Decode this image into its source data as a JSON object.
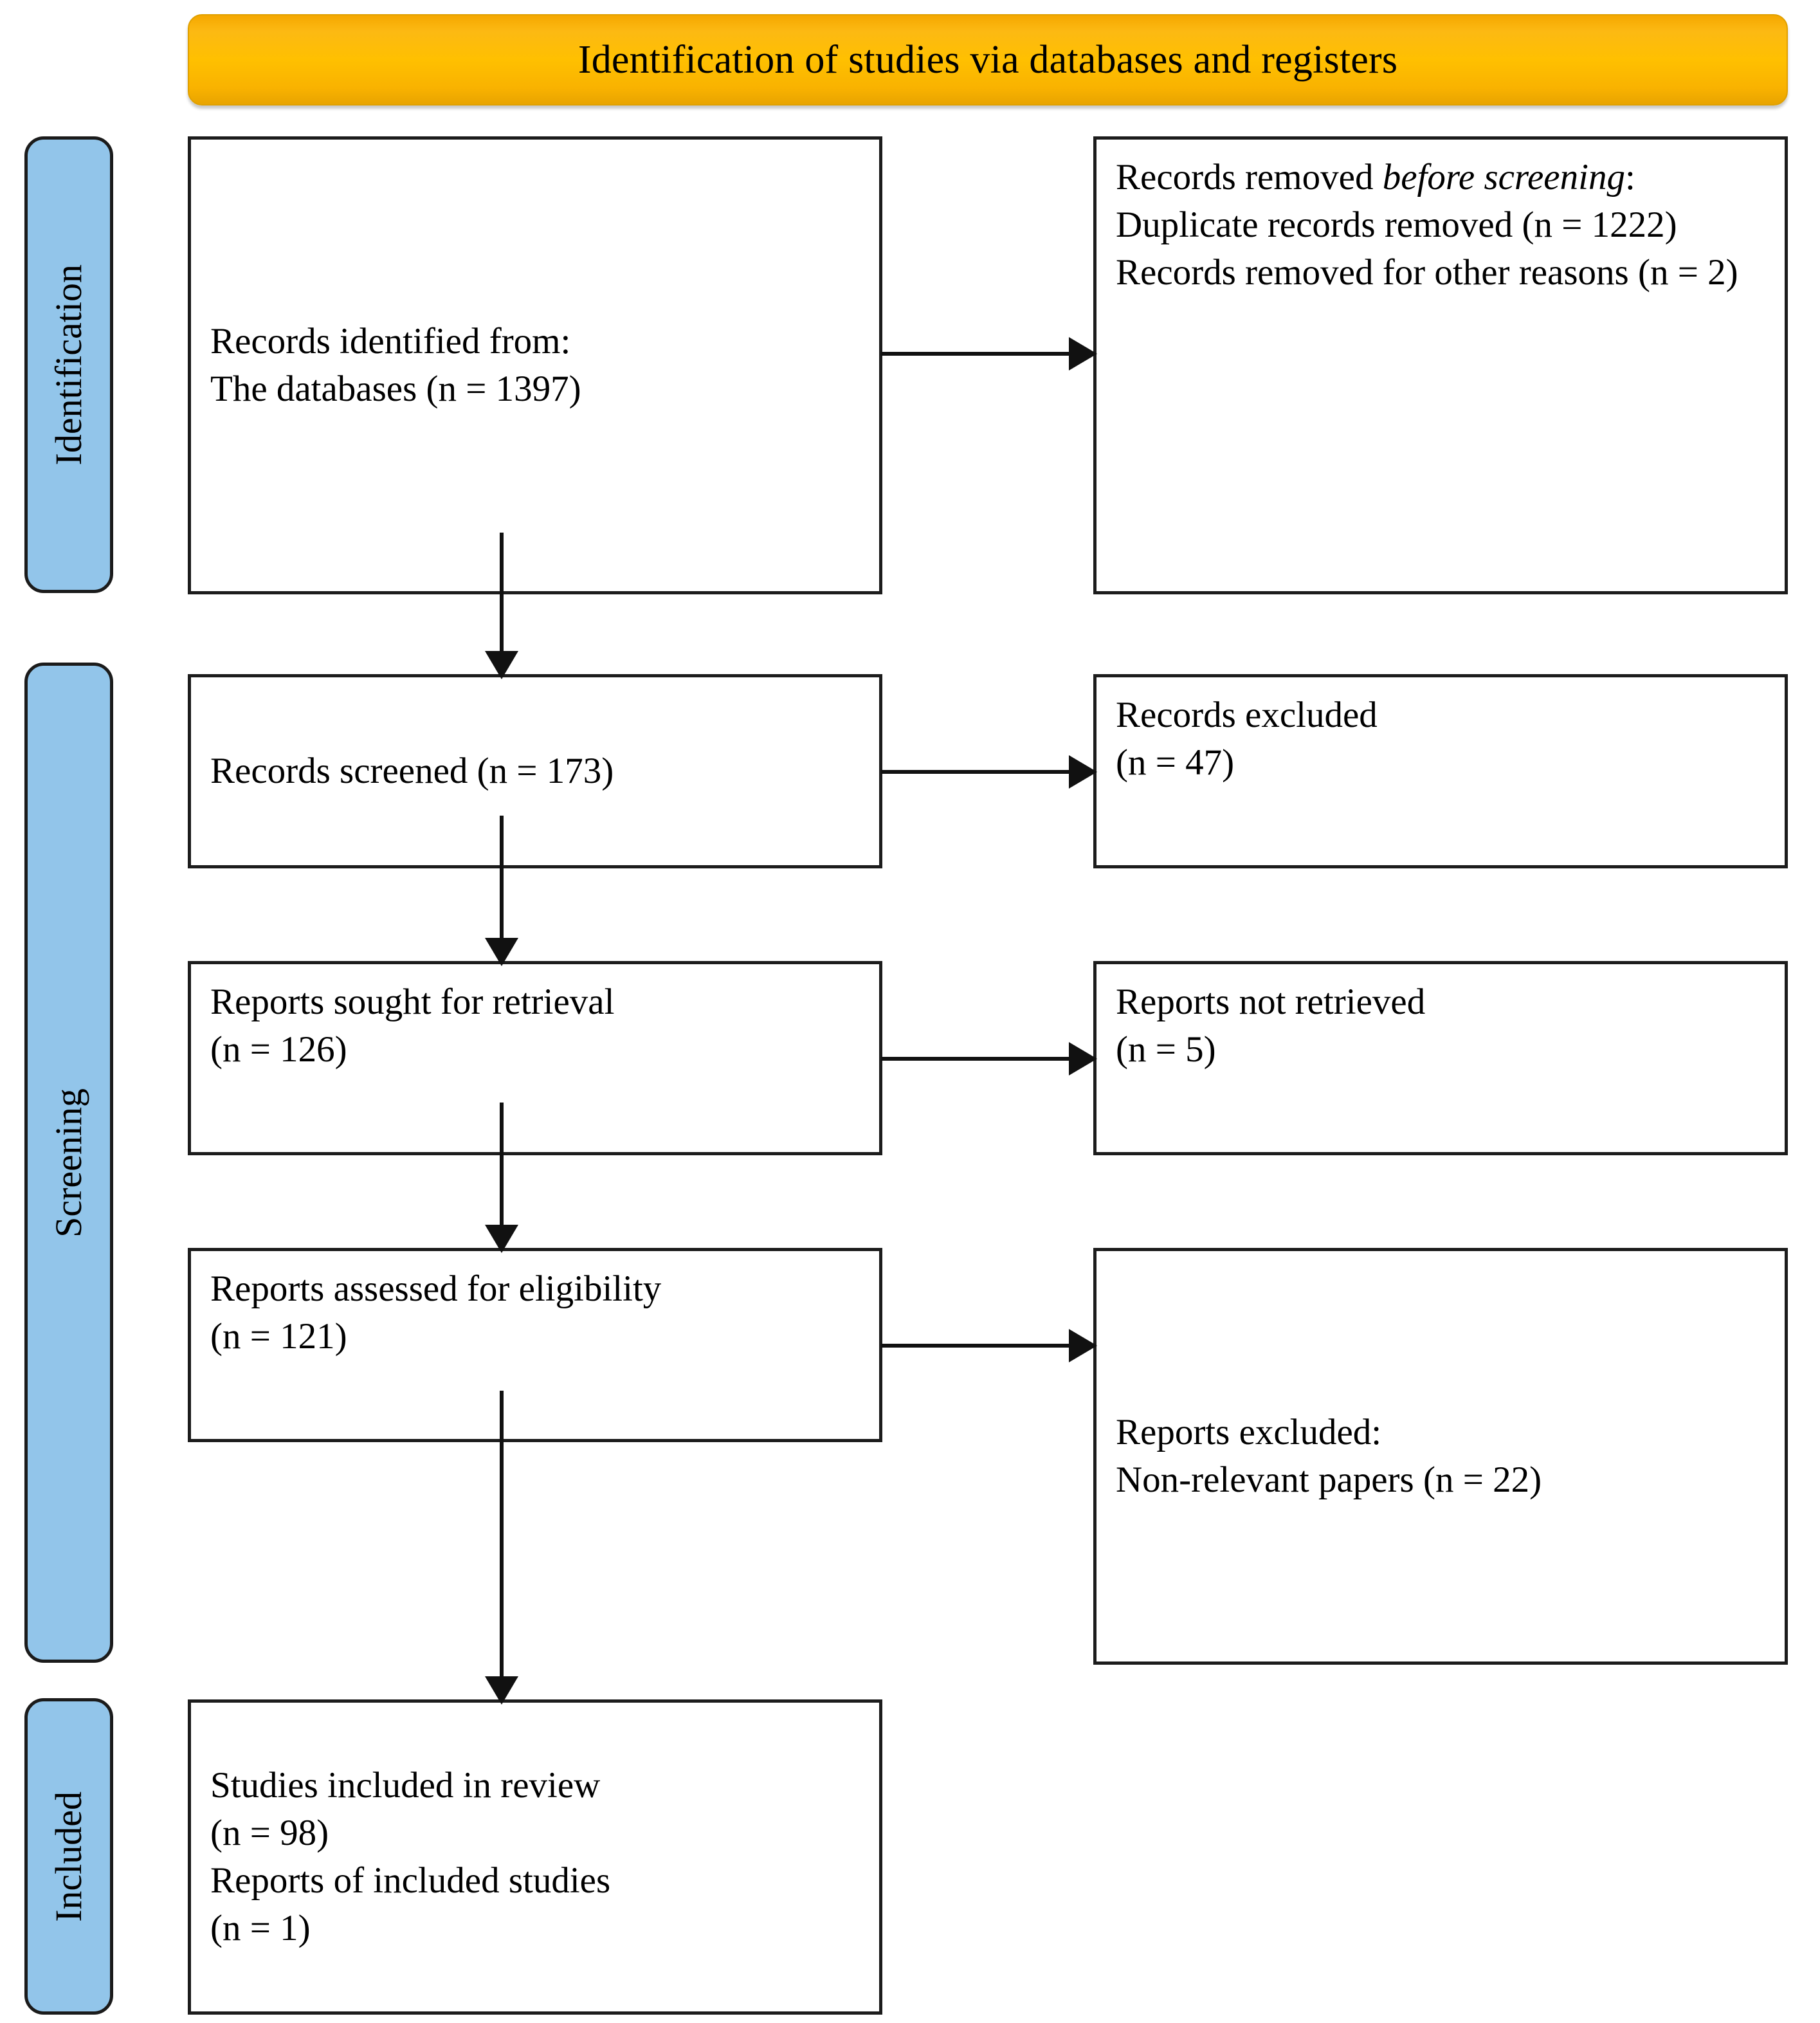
{
  "header": {
    "title": "Identification of studies via databases and registers",
    "background_color": "#ffc000"
  },
  "phases": [
    {
      "id": "identification",
      "label": "Identification",
      "color": "#92c5ea"
    },
    {
      "id": "screening",
      "label": "Screening",
      "color": "#92c5ea"
    },
    {
      "id": "included",
      "label": "Included",
      "color": "#92c5ea"
    }
  ],
  "boxes": {
    "identified": {
      "line1": "Records identified from:",
      "line2": "The databases (n = 1397)"
    },
    "removed_before_screening": {
      "line1_prefix": "Records removed ",
      "line1_italic": "before screening",
      "line1_suffix": ":",
      "line2": "Duplicate records removed (n = 1222)",
      "line3": "Records removed for other reasons (n = 2)"
    },
    "screened": {
      "line1": "Records screened (n = 173)"
    },
    "records_excluded": {
      "line1": "Records excluded",
      "line2": "(n = 47)"
    },
    "sought_for_retrieval": {
      "line1": "Reports sought for retrieval",
      "line2": "(n = 126)"
    },
    "not_retrieved": {
      "line1": "Reports not retrieved",
      "line2": "(n = 5)"
    },
    "assessed_for_eligibility": {
      "line1": "Reports assessed for eligibility",
      "line2": "(n = 121)"
    },
    "reports_excluded": {
      "line1": "Reports excluded:",
      "line2": "Non-relevant papers (n = 22)"
    },
    "studies_included": {
      "line1": "Studies included in review",
      "line2": "(n = 98)",
      "line3": "Reports of included studies",
      "line4": "(n = 1)"
    }
  },
  "chart_data": {
    "type": "diagram",
    "title": "Identification of studies via databases and registers",
    "nodes": [
      {
        "id": "identified",
        "phase": "Identification",
        "column": "left",
        "label": "Records identified from: The databases (n = 1397)",
        "n": 1397
      },
      {
        "id": "removed",
        "phase": "Identification",
        "column": "right",
        "label": "Records removed before screening: Duplicate records removed (n = 1222); Records removed for other reasons (n = 2)",
        "n_duplicates": 1222,
        "n_other": 2
      },
      {
        "id": "screened",
        "phase": "Screening",
        "column": "left",
        "label": "Records screened (n = 173)",
        "n": 173
      },
      {
        "id": "rec_excluded",
        "phase": "Screening",
        "column": "right",
        "label": "Records excluded (n = 47)",
        "n": 47
      },
      {
        "id": "sought",
        "phase": "Screening",
        "column": "left",
        "label": "Reports sought for retrieval (n = 126)",
        "n": 126
      },
      {
        "id": "not_retrieved",
        "phase": "Screening",
        "column": "right",
        "label": "Reports not retrieved (n = 5)",
        "n": 5
      },
      {
        "id": "assessed",
        "phase": "Screening",
        "column": "left",
        "label": "Reports assessed for eligibility (n = 121)",
        "n": 121
      },
      {
        "id": "rep_excluded",
        "phase": "Screening",
        "column": "right",
        "label": "Reports excluded: Non-relevant papers (n = 22)",
        "n": 22
      },
      {
        "id": "included",
        "phase": "Included",
        "column": "left",
        "label": "Studies included in review (n = 98); Reports of included studies (n = 1)",
        "n_studies": 98,
        "n_reports": 1
      }
    ],
    "edges": [
      {
        "from": "identified",
        "to": "removed",
        "direction": "right"
      },
      {
        "from": "identified",
        "to": "screened",
        "direction": "down"
      },
      {
        "from": "screened",
        "to": "rec_excluded",
        "direction": "right"
      },
      {
        "from": "screened",
        "to": "sought",
        "direction": "down"
      },
      {
        "from": "sought",
        "to": "not_retrieved",
        "direction": "right"
      },
      {
        "from": "sought",
        "to": "assessed",
        "direction": "down"
      },
      {
        "from": "assessed",
        "to": "rep_excluded",
        "direction": "right"
      },
      {
        "from": "assessed",
        "to": "included",
        "direction": "down"
      }
    ]
  }
}
